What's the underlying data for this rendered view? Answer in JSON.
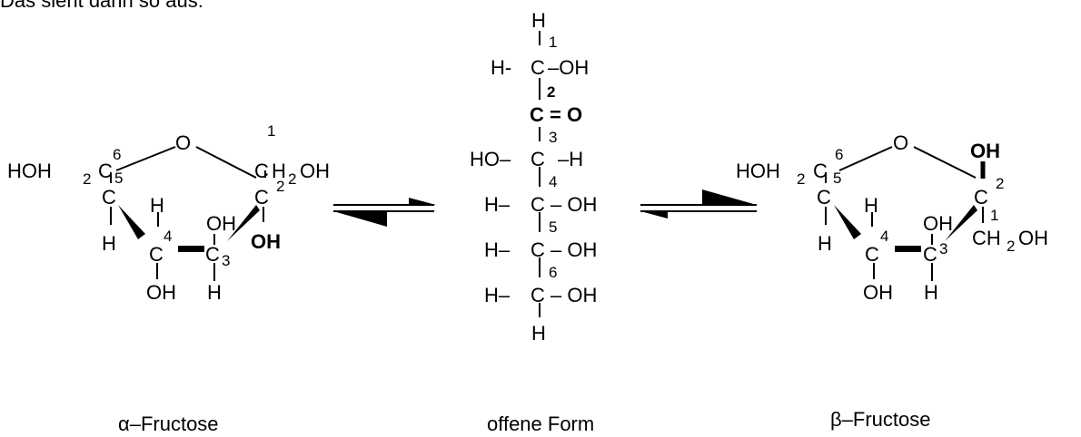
{
  "intro_text": "Das sieht dann so aus:",
  "alpha": {
    "caption": "α–Fructose",
    "o": "O",
    "hoh2c": "HOH",
    "sub2a": "2",
    "c6": "C",
    "n6": "6",
    "c1": "C",
    "n1": "1",
    "h2oh": "H",
    "sub2b": "2",
    "oh_end": "OH",
    "c5": "C",
    "n5": "5",
    "c2": "C",
    "n2": "2",
    "h_c5": "H",
    "h_c4_top": "H",
    "c4": "C",
    "n4": "4",
    "oh_c3_top": "OH",
    "c3": "C",
    "n3": "3",
    "oh_c2": "OH",
    "oh_c4": "OH",
    "h_c3": "H"
  },
  "open": {
    "caption": "offene Form",
    "h_top": "H",
    "n1": "1",
    "h_dash": "H-",
    "c1": "C",
    "oh1": "–OH",
    "n2": "2",
    "c2o": "C = O",
    "n3": "3",
    "ho": "HO–",
    "c3": "C",
    "h3": "–H",
    "n4": "4",
    "h4": "H–",
    "c4": "C",
    "oh4": "– OH",
    "n5": "5",
    "h5": "H–",
    "c5": "C",
    "oh5": "– OH",
    "n6": "6",
    "h6": "H–",
    "c6": "C",
    "oh6": "– OH",
    "h_bottom": "H"
  },
  "beta": {
    "caption": "β–Fructose",
    "o": "O",
    "hoh2c": "HOH",
    "sub2a": "2",
    "c6": "C",
    "n6": "6",
    "oh_top": "OH",
    "c5": "C",
    "n5": "5",
    "c2": "C",
    "n2": "2",
    "n1": "1",
    "h_c5": "H",
    "h_c4_top": "H",
    "c4": "C",
    "n4": "4",
    "oh_c3_top": "OH",
    "c3": "C",
    "n3": "3",
    "ch2oh_c": "CH",
    "sub2b": "2",
    "ch2oh_oh": "OH",
    "oh_c4": "OH",
    "h_c3": "H"
  }
}
